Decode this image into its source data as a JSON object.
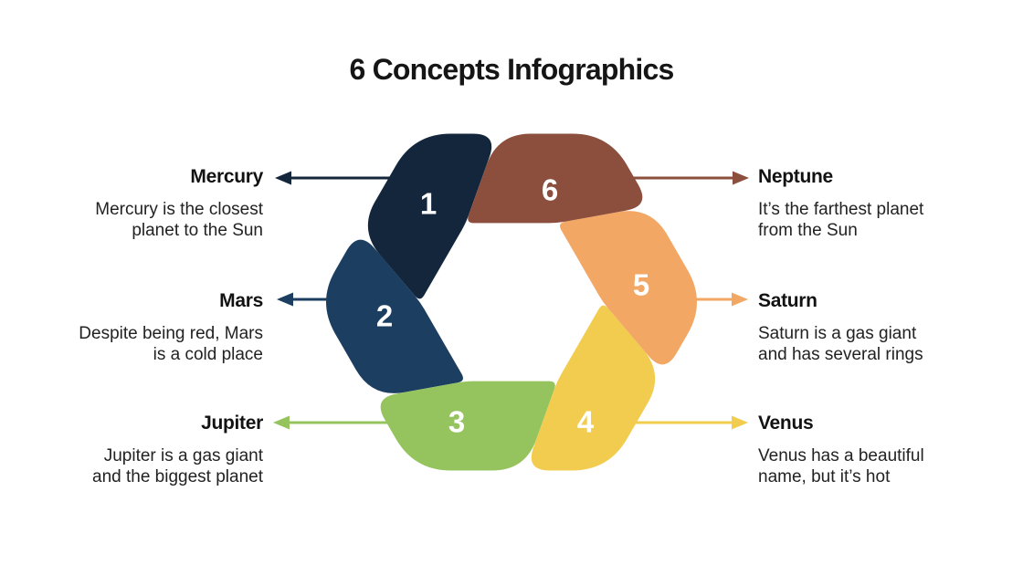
{
  "title": "6 Concepts Infographics",
  "items": [
    {
      "num": "1",
      "planet": "Mercury",
      "desc_lines": [
        "Mercury is the closest",
        "planet to the Sun"
      ],
      "color": "#14263C",
      "side": "left"
    },
    {
      "num": "2",
      "planet": "Mars",
      "desc_lines": [
        "Despite being red, Mars",
        "is a cold place"
      ],
      "color": "#1C3E60",
      "side": "left"
    },
    {
      "num": "3",
      "planet": "Jupiter",
      "desc_lines": [
        "Jupiter is a gas giant",
        "and the biggest planet"
      ],
      "color": "#95C45F",
      "side": "left"
    },
    {
      "num": "4",
      "planet": "Venus",
      "desc_lines": [
        "Venus has a beautiful",
        "name, but it’s hot"
      ],
      "color": "#F1CC4E",
      "side": "right"
    },
    {
      "num": "5",
      "planet": "Saturn",
      "desc_lines": [
        "Saturn is a gas giant",
        "and has several rings"
      ],
      "color": "#F2A765",
      "side": "right"
    },
    {
      "num": "6",
      "planet": "Neptune",
      "desc_lines": [
        "It’s the farthest planet",
        "from the Sun"
      ],
      "color": "#8D4F3D",
      "side": "right"
    }
  ],
  "number_text_color": "#FFFFFF",
  "background_color": "#FFFFFF"
}
